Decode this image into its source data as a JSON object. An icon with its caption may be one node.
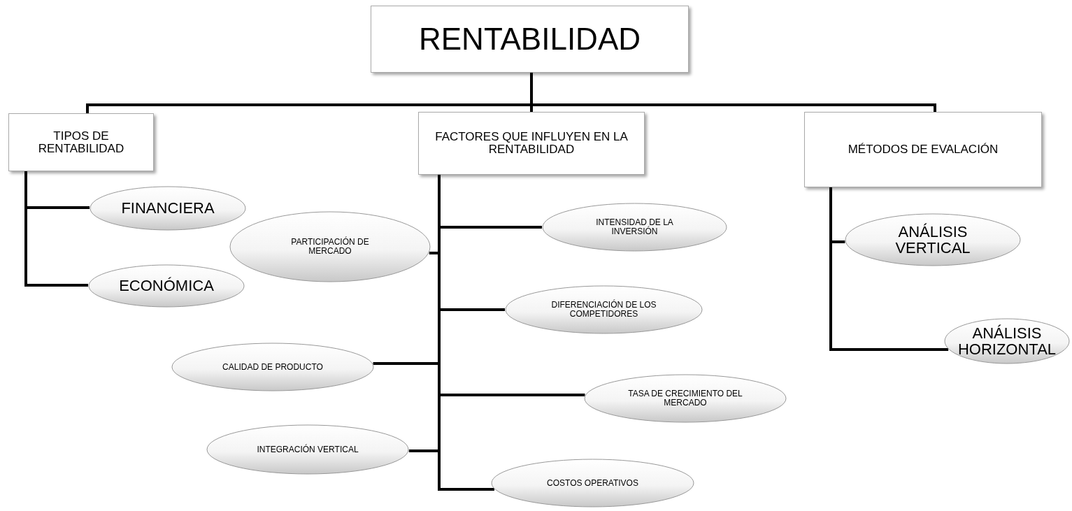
{
  "diagram": {
    "nodes": [
      {
        "text": [
          "RENTABILIDAD"
        ]
      },
      {
        "text": [
          "TIPOS DE RENTABILIDAD"
        ]
      },
      {
        "text": [
          "FACTORES QUE INFLUYEN EN LA RENTABILIDAD"
        ]
      },
      {
        "text": [
          "MÉTODOS DE EVALACIÓN"
        ]
      },
      {
        "text": [
          "FINANCIERA"
        ]
      },
      {
        "text": [
          "ECONÓMICA"
        ]
      },
      {
        "text": [
          "PARTICIPACIÓN DE MERCADO"
        ]
      },
      {
        "text": [
          "INTENSIDAD DE LA INVERSIÓN"
        ]
      },
      {
        "text": [
          "DIFERENCIACIÓN DE LOS COMPETIDORES"
        ]
      },
      {
        "text": [
          "CALIDAD DE PRODUCTO"
        ]
      },
      {
        "text": [
          "TASA DE CRECIMIENTO DEL MERCADO"
        ]
      },
      {
        "text": [
          "INTEGRACIÓN VERTICAL"
        ]
      },
      {
        "text": [
          "COSTOS OPERATIVOS"
        ]
      },
      {
        "text": [
          "ANÁLISIS VERTICAL"
        ]
      },
      {
        "text": [
          "ANÁLISIS HORIZONTAL"
        ]
      }
    ],
    "edges": [
      {
        "from": 0,
        "to": 1,
        "arrow": "none"
      },
      {
        "from": 0,
        "to": 2,
        "arrow": "none"
      },
      {
        "from": 0,
        "to": 3,
        "arrow": "none"
      },
      {
        "from": 1,
        "to": 4,
        "arrow": "none"
      },
      {
        "from": 1,
        "to": 5,
        "arrow": "none"
      },
      {
        "from": 2,
        "to": 6,
        "arrow": "none"
      },
      {
        "from": 2,
        "to": 7,
        "arrow": "none"
      },
      {
        "from": 2,
        "to": 8,
        "arrow": "none"
      },
      {
        "from": 2,
        "to": 9,
        "arrow": "none"
      },
      {
        "from": 2,
        "to": 10,
        "arrow": "none"
      },
      {
        "from": 2,
        "to": 11,
        "arrow": "none"
      },
      {
        "from": 2,
        "to": 12,
        "arrow": "none"
      },
      {
        "from": 3,
        "to": 13,
        "arrow": "none"
      },
      {
        "from": 3,
        "to": 14,
        "arrow": "none"
      }
    ]
  }
}
